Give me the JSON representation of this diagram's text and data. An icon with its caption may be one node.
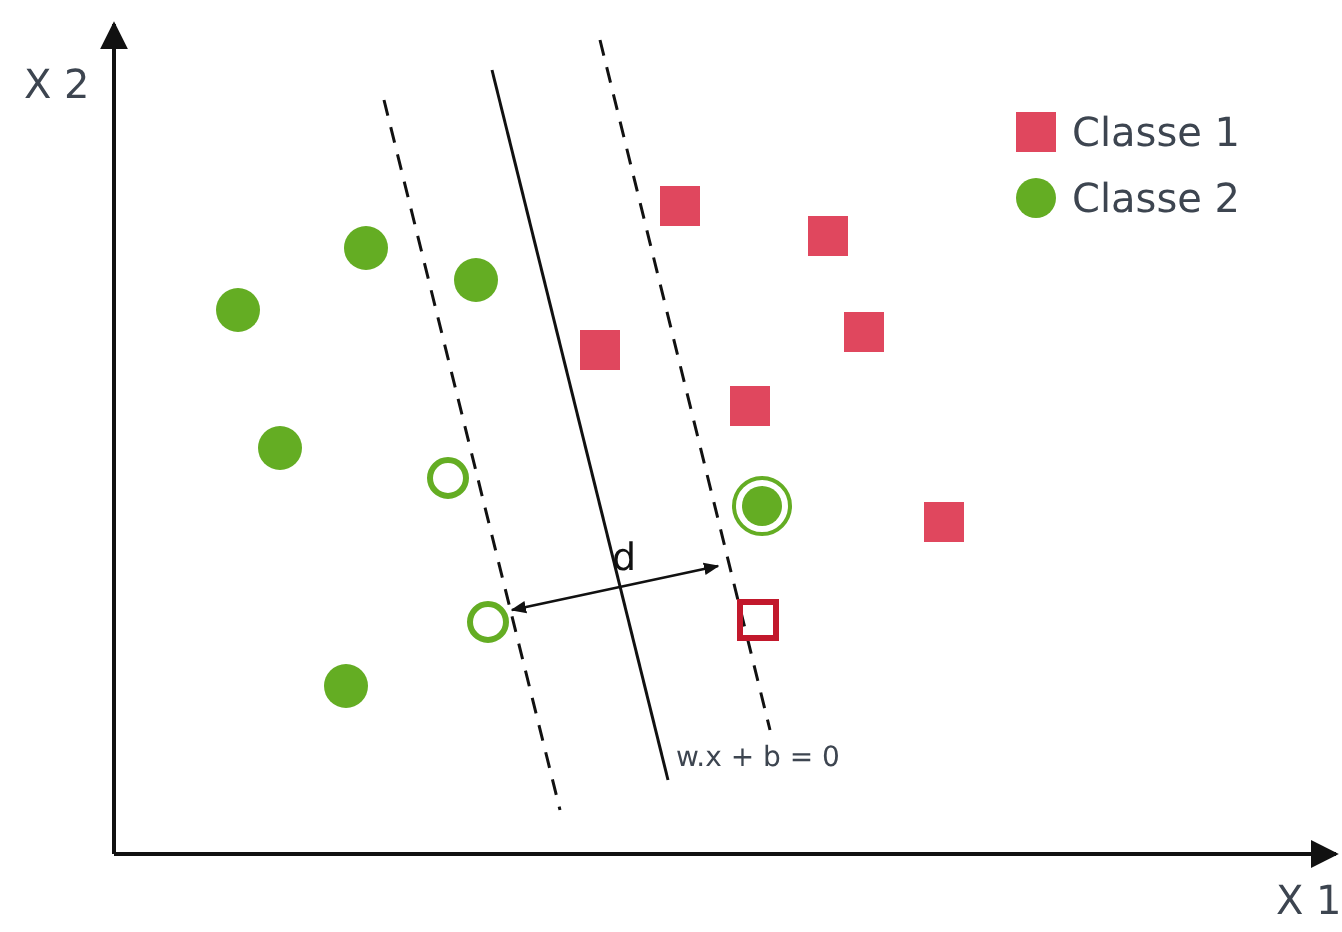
{
  "diagram": {
    "labels": [
      "X 2",
      "X 1",
      "d",
      "w.x + b = 0"
    ],
    "legend": [
      {
        "text": "Classe 1",
        "color": "#e0475e"
      },
      {
        "text": "Classe 2",
        "color": "#64ad23"
      }
    ]
  }
}
